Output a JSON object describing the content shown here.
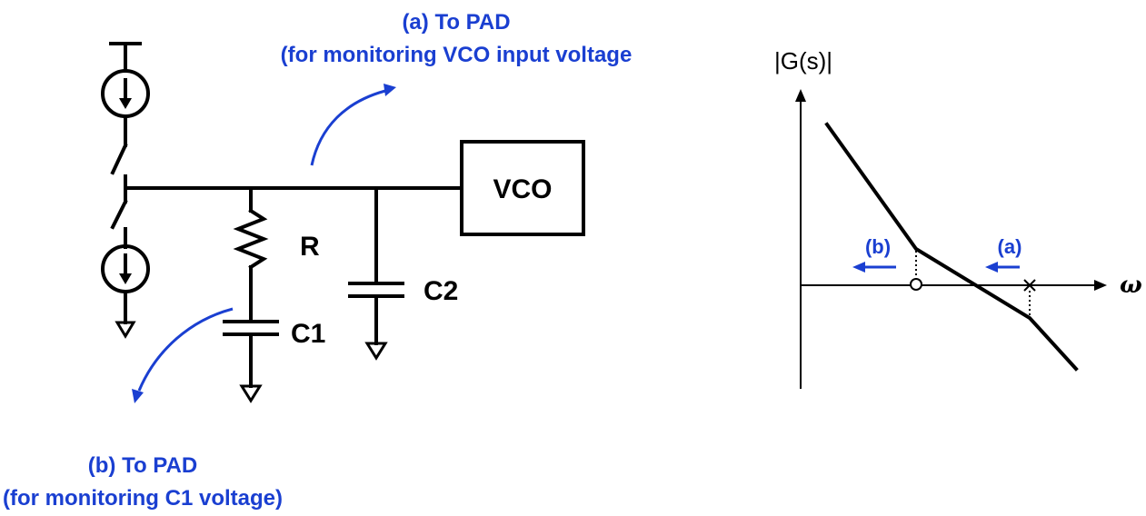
{
  "circuit": {
    "vco_label": "VCO",
    "r_label": "R",
    "c1_label": "C1",
    "c2_label": "C2",
    "annotation_a": {
      "line1": "(a) To PAD",
      "line2": "(for monitoring VCO input voltage"
    },
    "annotation_b": {
      "line1": "(b) To PAD",
      "line2": "(for monitoring C1 voltage)"
    }
  },
  "bode": {
    "y_axis_label": "|G(s)|",
    "x_axis_label": "ω",
    "arrow_a_label": "(a)",
    "arrow_b_label": "(b)",
    "zero_marker": "o",
    "pole_marker": "×"
  },
  "colors": {
    "annotation": "#1a3fd1",
    "line": "#000000"
  }
}
